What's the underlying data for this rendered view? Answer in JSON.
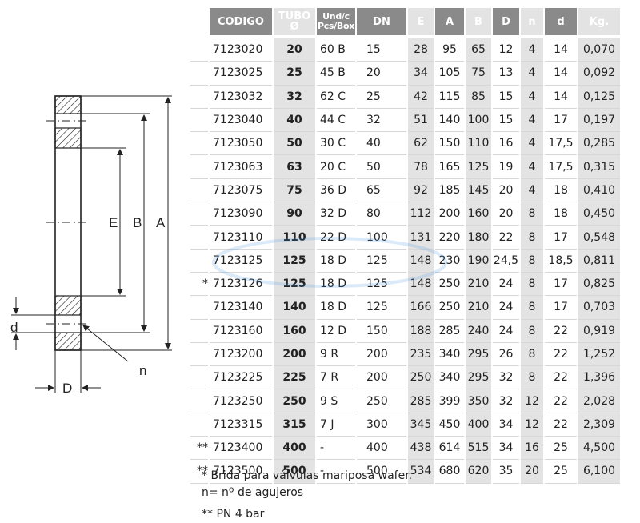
{
  "drawing": {
    "labels": {
      "E": "E",
      "B": "B",
      "A": "A",
      "d": "d",
      "D": "D",
      "n": "n"
    }
  },
  "table": {
    "headers": {
      "codigo": "CODIGO",
      "tubo_1": "TUBO",
      "tubo_2": "Ø",
      "und_1": "Und/c",
      "und_2": "Pcs/Box",
      "dn": "DN",
      "e": "E",
      "a": "A",
      "b": "B",
      "d_big": "D",
      "n": "n",
      "d_small": "d",
      "kg": "Kg."
    },
    "rows": [
      {
        "mark": "",
        "code": "7123020",
        "tubo": "20",
        "und": "60 B",
        "dn": "15",
        "e": "28",
        "a": "95",
        "b": "65",
        "d_big": "12",
        "n": "4",
        "d_small": "14",
        "kg": "0,070"
      },
      {
        "mark": "",
        "code": "7123025",
        "tubo": "25",
        "und": "45 B",
        "dn": "20",
        "e": "34",
        "a": "105",
        "b": "75",
        "d_big": "13",
        "n": "4",
        "d_small": "14",
        "kg": "0,092"
      },
      {
        "mark": "",
        "code": "7123032",
        "tubo": "32",
        "und": "62 C",
        "dn": "25",
        "e": "42",
        "a": "115",
        "b": "85",
        "d_big": "15",
        "n": "4",
        "d_small": "14",
        "kg": "0,125"
      },
      {
        "mark": "",
        "code": "7123040",
        "tubo": "40",
        "und": "44 C",
        "dn": "32",
        "e": "51",
        "a": "140",
        "b": "100",
        "d_big": "15",
        "n": "4",
        "d_small": "17",
        "kg": "0,197"
      },
      {
        "mark": "",
        "code": "7123050",
        "tubo": "50",
        "und": "30 C",
        "dn": "40",
        "e": "62",
        "a": "150",
        "b": "110",
        "d_big": "16",
        "n": "4",
        "d_small": "17,5",
        "kg": "0,285"
      },
      {
        "mark": "",
        "code": "7123063",
        "tubo": "63",
        "und": "20 C",
        "dn": "50",
        "e": "78",
        "a": "165",
        "b": "125",
        "d_big": "19",
        "n": "4",
        "d_small": "17,5",
        "kg": "0,315"
      },
      {
        "mark": "",
        "code": "7123075",
        "tubo": "75",
        "und": "36 D",
        "dn": "65",
        "e": "92",
        "a": "185",
        "b": "145",
        "d_big": "20",
        "n": "4",
        "d_small": "18",
        "kg": "0,410"
      },
      {
        "mark": "",
        "code": "7123090",
        "tubo": "90",
        "und": "32 D",
        "dn": "80",
        "e": "112",
        "a": "200",
        "b": "160",
        "d_big": "20",
        "n": "8",
        "d_small": "18",
        "kg": "0,450"
      },
      {
        "mark": "",
        "code": "7123110",
        "tubo": "110",
        "und": "22 D",
        "dn": "100",
        "e": "131",
        "a": "220",
        "b": "180",
        "d_big": "22",
        "n": "8",
        "d_small": "17",
        "kg": "0,548"
      },
      {
        "mark": "",
        "code": "7123125",
        "tubo": "125",
        "und": "18 D",
        "dn": "125",
        "e": "148",
        "a": "230",
        "b": "190",
        "d_big": "24,5",
        "n": "8",
        "d_small": "18,5",
        "kg": "0,811"
      },
      {
        "mark": "*",
        "code": "7123126",
        "tubo": "125",
        "und": "18 D",
        "dn": "125",
        "e": "148",
        "a": "250",
        "b": "210",
        "d_big": "24",
        "n": "8",
        "d_small": "17",
        "kg": "0,825"
      },
      {
        "mark": "",
        "code": "7123140",
        "tubo": "140",
        "und": "18 D",
        "dn": "125",
        "e": "166",
        "a": "250",
        "b": "210",
        "d_big": "24",
        "n": "8",
        "d_small": "17",
        "kg": "0,703"
      },
      {
        "mark": "",
        "code": "7123160",
        "tubo": "160",
        "und": "12 D",
        "dn": "150",
        "e": "188",
        "a": "285",
        "b": "240",
        "d_big": "24",
        "n": "8",
        "d_small": "22",
        "kg": "0,919"
      },
      {
        "mark": "",
        "code": "7123200",
        "tubo": "200",
        "und": "9 R",
        "dn": "200",
        "e": "235",
        "a": "340",
        "b": "295",
        "d_big": "26",
        "n": "8",
        "d_small": "22",
        "kg": "1,252"
      },
      {
        "mark": "",
        "code": "7123225",
        "tubo": "225",
        "und": "7 R",
        "dn": "200",
        "e": "250",
        "a": "340",
        "b": "295",
        "d_big": "32",
        "n": "8",
        "d_small": "22",
        "kg": "1,396"
      },
      {
        "mark": "",
        "code": "7123250",
        "tubo": "250",
        "und": "9 S",
        "dn": "250",
        "e": "285",
        "a": "399",
        "b": "350",
        "d_big": "32",
        "n": "12",
        "d_small": "22",
        "kg": "2,028"
      },
      {
        "mark": "",
        "code": "7123315",
        "tubo": "315",
        "und": "7 J",
        "dn": "300",
        "e": "345",
        "a": "450",
        "b": "400",
        "d_big": "34",
        "n": "12",
        "d_small": "22",
        "kg": "2,309"
      },
      {
        "mark": "**",
        "code": "7123400",
        "tubo": "400",
        "und": "-",
        "dn": "400",
        "e": "438",
        "a": "614",
        "b": "515",
        "d_big": "34",
        "n": "16",
        "d_small": "25",
        "kg": "4,500"
      },
      {
        "mark": "**",
        "code": "7123500",
        "tubo": "500",
        "und": "-",
        "dn": "500",
        "e": "534",
        "a": "680",
        "b": "620",
        "d_big": "35",
        "n": "20",
        "d_small": "25",
        "kg": "6,100"
      }
    ]
  },
  "notes": [
    "* Brida para válvulas mariposa wafer.",
    "n= nº de agujeros",
    "** PN 4 bar"
  ],
  "colors": {
    "header_bg": "#8a8a8a",
    "shaded_col": "#e3e3e3",
    "watermark": "#3a8fd9"
  }
}
